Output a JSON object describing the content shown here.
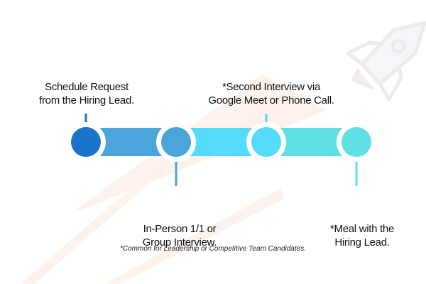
{
  "steps": [
    {
      "line1": "Schedule Request",
      "line2": "from the Hiring Lead.",
      "color": "#1b74cc",
      "position": "top"
    },
    {
      "line1": "In-Person 1/1 or",
      "line2": "Group Interview.",
      "color": "#4aa5da",
      "position": "bottom"
    },
    {
      "line1": "*Second Interview via",
      "line2": "Google Meet or Phone Call.",
      "color": "#55dcfd",
      "position": "top"
    },
    {
      "line1": "*Meal with the",
      "line2": "Hiring Lead.",
      "color": "#5ee0e5",
      "position": "bottom"
    }
  ],
  "connector_colors": [
    "#4aa5da",
    "#55dcfd",
    "#5ee0e5"
  ],
  "footnote": "*Common for Leadership or Competitive Team Candidates.",
  "decoration": {
    "icon": "rocket-icon",
    "trail_color": "#fdf1ea",
    "rocket_color": "#eeeeee"
  }
}
